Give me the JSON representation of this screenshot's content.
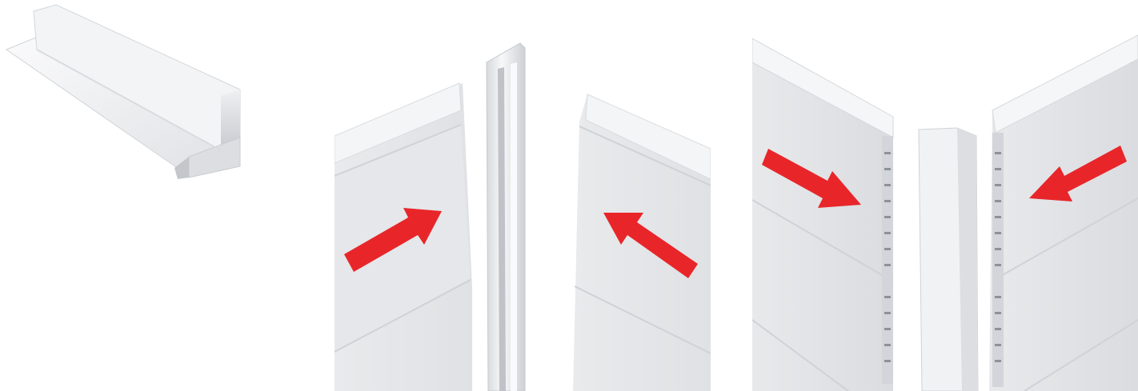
{
  "colors": {
    "background": "#ffffff",
    "profile_light": "#f4f5f6",
    "profile_mid": "#e3e5e8",
    "profile_shadow": "#c9ccd0",
    "panel_face": "#e9eaec",
    "panel_edge": "#d6d8db",
    "arrow": "#e8262a"
  },
  "figures": [
    {
      "id": "profile-render",
      "icon": "corner-profile-icon"
    },
    {
      "id": "assembly-front-view",
      "icon": "corner-assembly-icon",
      "arrows": [
        "arrow-right-up-icon",
        "arrow-left-up-icon"
      ]
    },
    {
      "id": "assembly-section-view",
      "icon": "corner-section-icon",
      "arrows": [
        "arrow-right-down-icon",
        "arrow-left-down-icon"
      ]
    }
  ]
}
